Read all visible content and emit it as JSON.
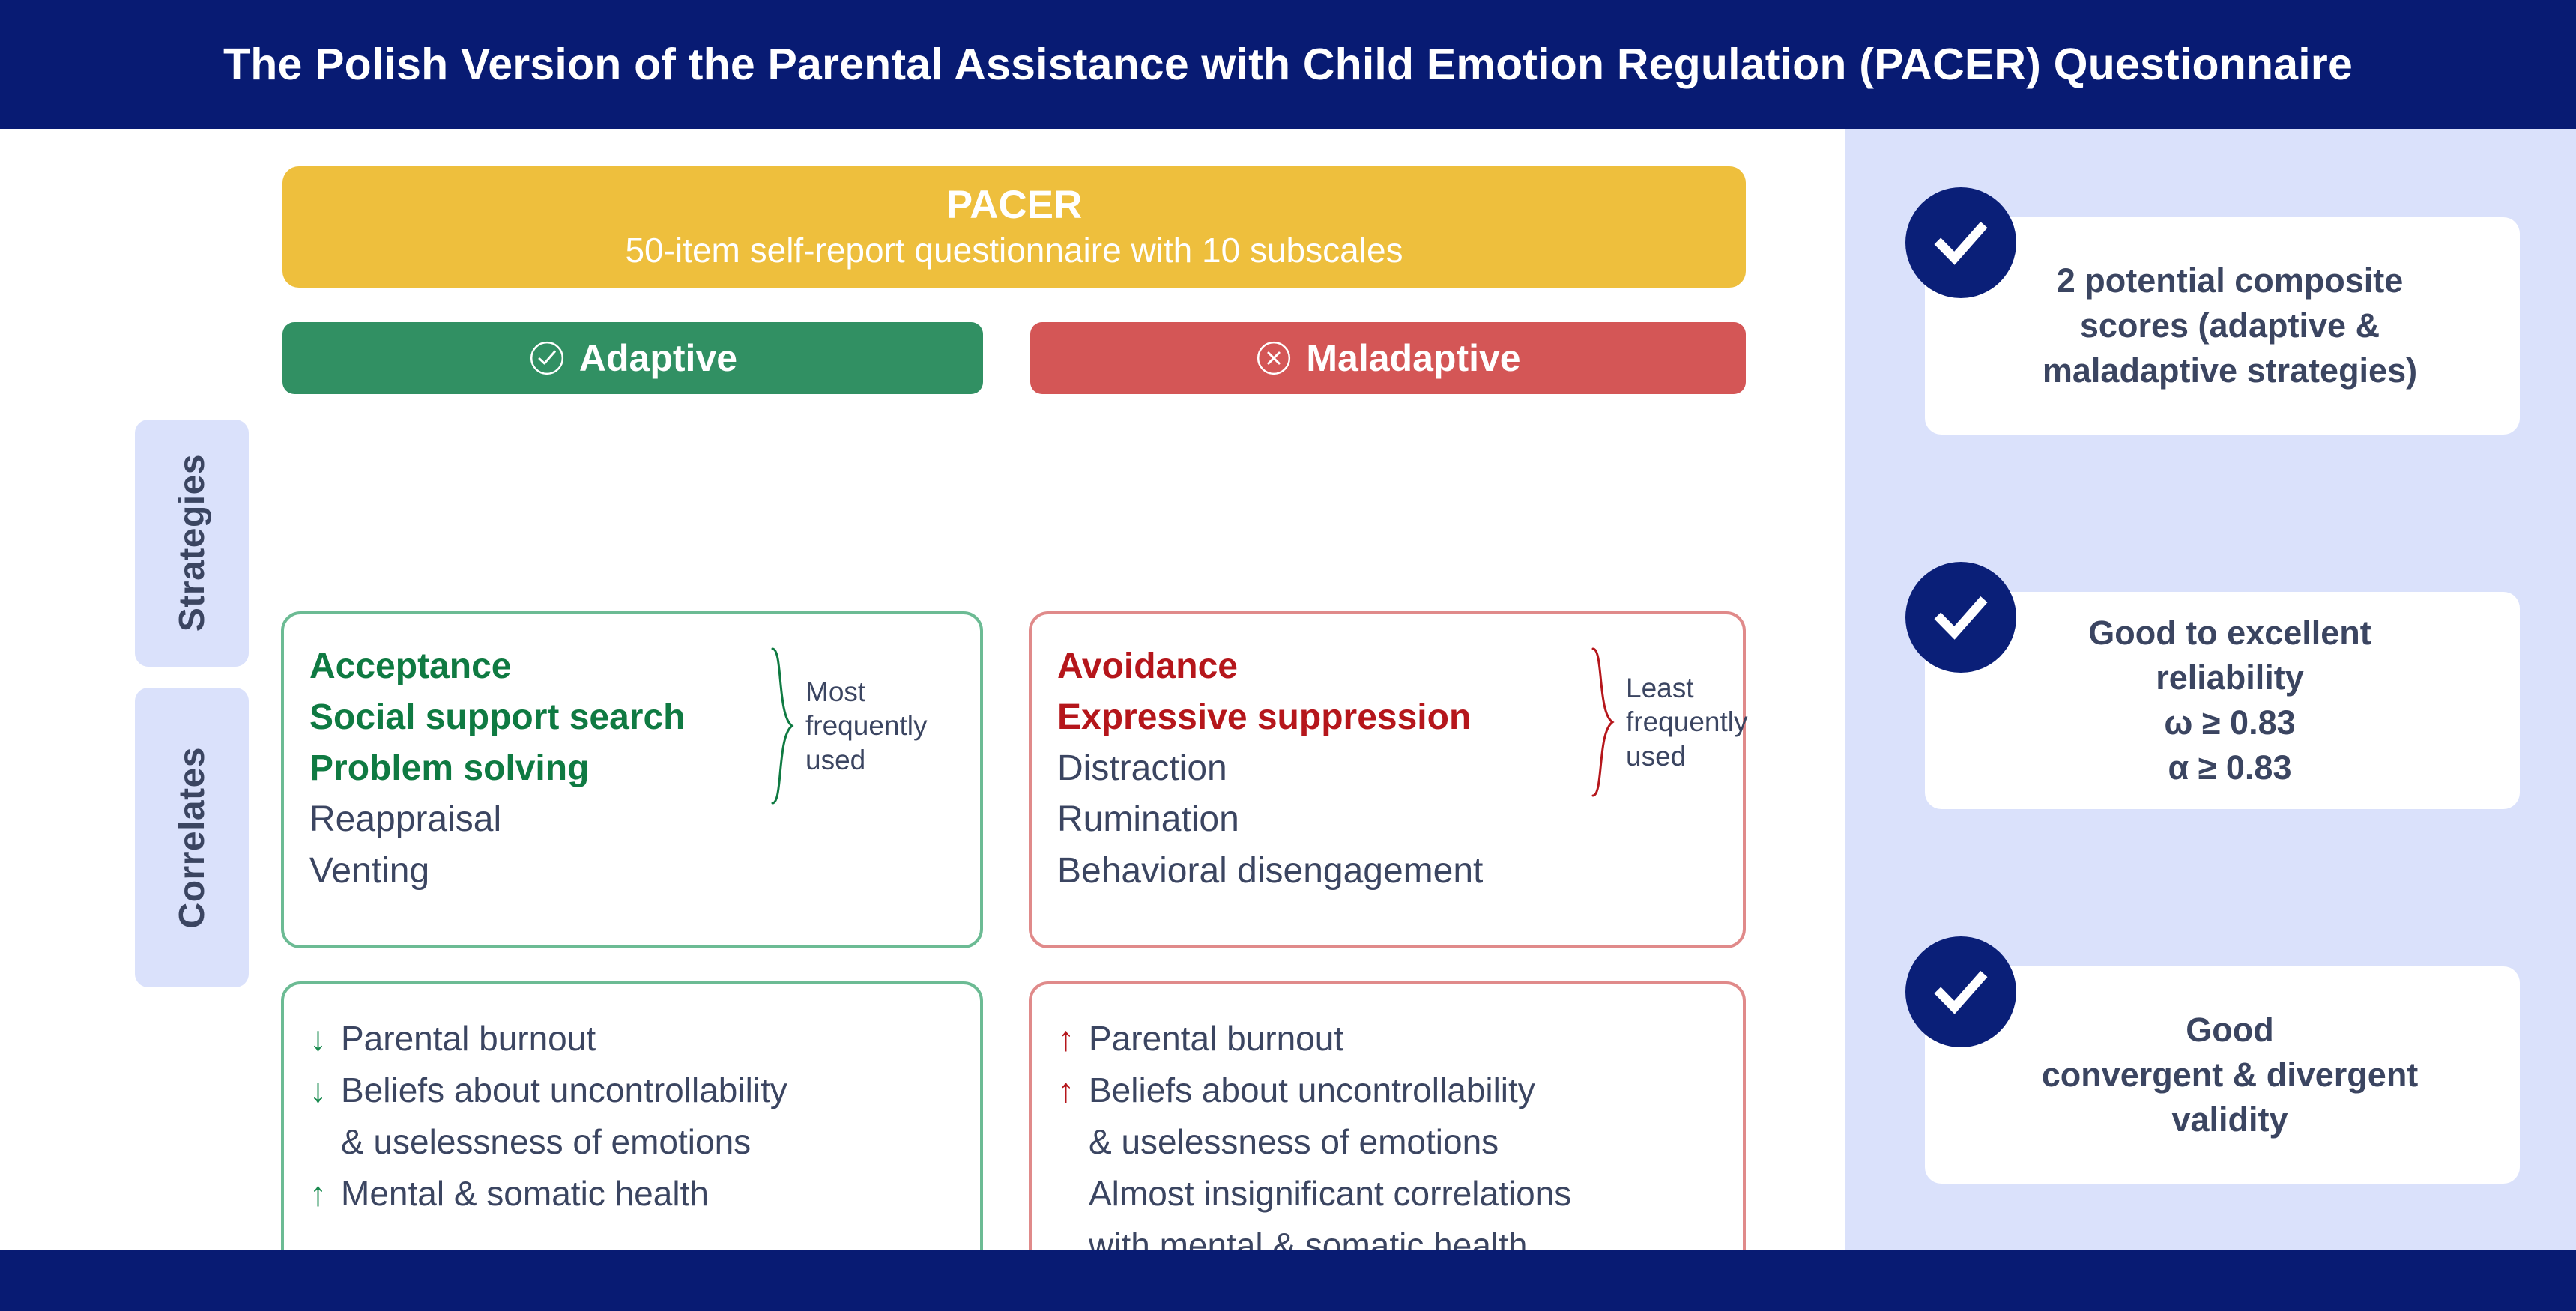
{
  "header": {
    "title": "The Polish Version of the Parental Assistance with Child Emotion Regulation (PACER) Questionnaire"
  },
  "colors": {
    "navy": "#081b73",
    "lavender": "#dae1fb",
    "gold": "#eebf3d",
    "green": "#319063",
    "red": "#d45656",
    "green_border": "#6cbb94",
    "red_border": "#e08a8a",
    "green_text": "#0f7a42",
    "red_text": "#b5161b",
    "body_text": "#3b4561",
    "badge_navy": "#0a1f78"
  },
  "pacer": {
    "title": "PACER",
    "subtitle": "50-item self-report questionnaire with 10 subscales"
  },
  "columns": [
    {
      "key": "adaptive",
      "label": "Adaptive",
      "icon": "circle-check-icon"
    },
    {
      "key": "maladaptive",
      "label": "Maladaptive",
      "icon": "circle-x-icon"
    }
  ],
  "row_labels": {
    "strategies": "Strategies",
    "correlates": "Correlates"
  },
  "strategies": {
    "adaptive": {
      "highlighted": [
        "Acceptance",
        "Social support search",
        "Problem solving"
      ],
      "regular": [
        "Reappraisal",
        "Venting"
      ],
      "frequency_note": "Most\nfrequently\nused"
    },
    "maladaptive": {
      "highlighted": [
        "Avoidance",
        "Expressive suppression"
      ],
      "regular": [
        "Distraction",
        "Rumination",
        "Behavioral disengagement"
      ],
      "frequency_note": "Least\nfrequently\nused"
    }
  },
  "correlates": {
    "adaptive": [
      {
        "arrow": "down",
        "arrow_color": "green",
        "text": "Parental burnout"
      },
      {
        "arrow": "down",
        "arrow_color": "green",
        "text": "Beliefs about uncontrollability"
      },
      {
        "arrow": "none",
        "arrow_color": "none",
        "text": " & uselessness of emotions"
      },
      {
        "arrow": "up",
        "arrow_color": "green",
        "text": "Mental & somatic health"
      }
    ],
    "maladaptive": [
      {
        "arrow": "up",
        "arrow_color": "red",
        "text": "Parental burnout"
      },
      {
        "arrow": "up",
        "arrow_color": "red",
        "text": "Beliefs about uncontrollability"
      },
      {
        "arrow": "none",
        "arrow_color": "none",
        "text": " & uselessness of emotions"
      },
      {
        "arrow": "none",
        "arrow_color": "none",
        "text": "Almost insignificant correlations"
      },
      {
        "arrow": "none",
        "arrow_color": "none",
        "text": "with mental & somatic health"
      }
    ]
  },
  "highlights": [
    {
      "icon": "check-badge-icon",
      "text": "2 potential composite\nscores (adaptive &\nmaladaptive strategies)"
    },
    {
      "icon": "check-badge-icon",
      "text": "Good to excellent\nreliability\nω ≥ 0.83\nα ≥ 0.83"
    },
    {
      "icon": "check-badge-icon",
      "text": "Good\nconvergent  & divergent\nvalidity"
    }
  ],
  "arrow_glyphs": {
    "up": "↑",
    "down": "↓",
    "none": ""
  }
}
